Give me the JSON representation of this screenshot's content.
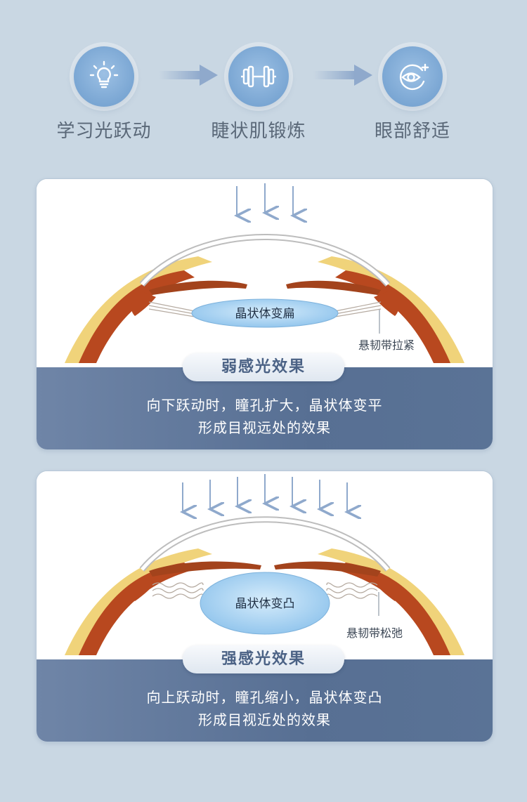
{
  "flow": {
    "steps": [
      {
        "label": "学习光跃动",
        "icon": "light-bulb-icon"
      },
      {
        "label": "睫状肌锻炼",
        "icon": "dumbbell-icon"
      },
      {
        "label": "眼部舒适",
        "icon": "eye-comfort-icon"
      }
    ]
  },
  "panels": [
    {
      "lens_label": "晶状体变扁",
      "annotation": "悬韧带拉紧",
      "pill_title": "弱感光效果",
      "desc_line1": "向下跃动时，瞳孔扩大，晶状体变平",
      "desc_line2": "形成目视远处的效果",
      "arrow_count": 3
    },
    {
      "lens_label": "晶状体变凸",
      "annotation": "悬韧带松弛",
      "pill_title": "强感光效果",
      "desc_line1": "向上跃动时，瞳孔缩小，晶状体变凸",
      "desc_line2": "形成目视近处的效果",
      "arrow_count": 7
    }
  ],
  "colors": {
    "background": "#c9d7e3",
    "icon_circle": "#7aa6d3",
    "arrow": "#8fa9cc",
    "lens": "#a9d1f2",
    "muscle": "#b8481f",
    "sclera_yellow": "#f0d37a",
    "panel_band": "#576f93",
    "pill_text": "#4b6285"
  }
}
